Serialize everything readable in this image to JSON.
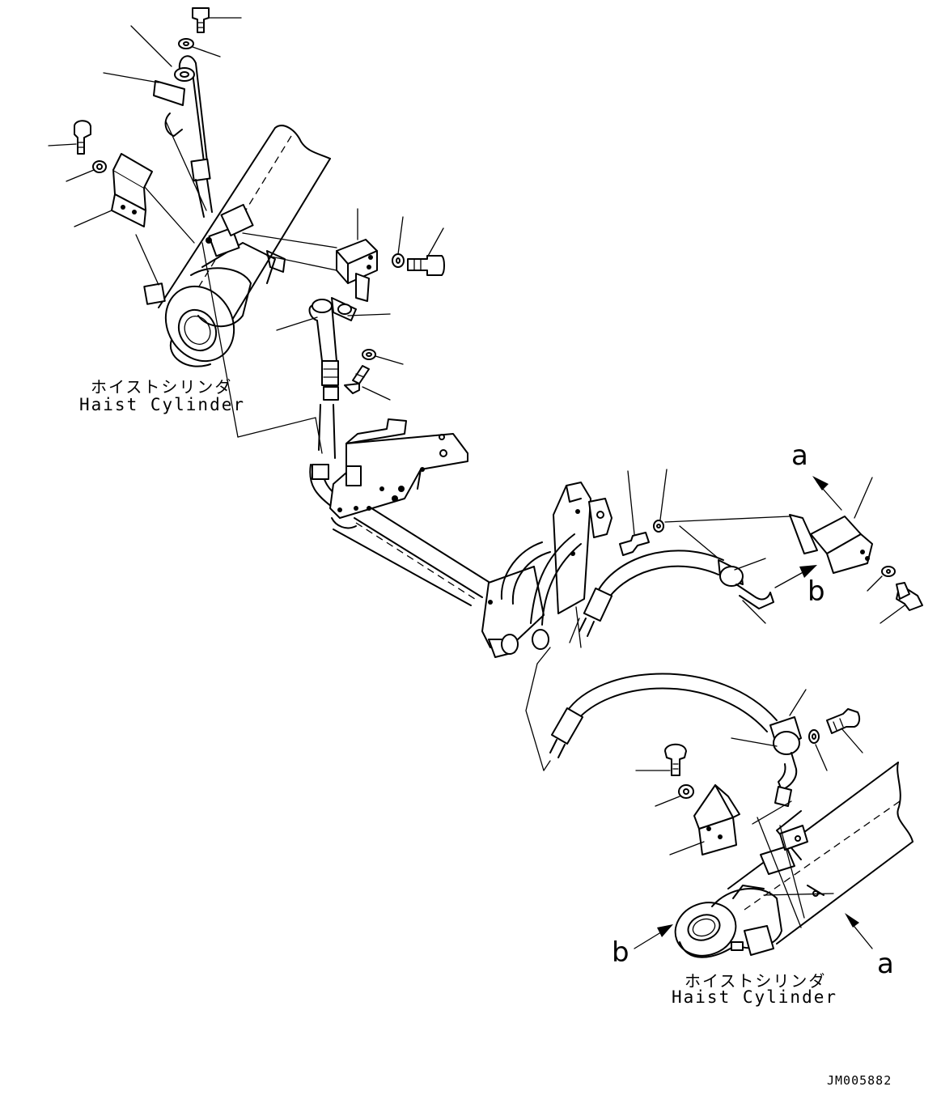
{
  "labels": {
    "cylinder_top_jp": "ホイストシリンダ",
    "cylinder_top_en": "Haist Cylinder",
    "cylinder_bottom_jp": "ホイストシリンダ",
    "cylinder_bottom_en": "Haist Cylinder",
    "ref_a_top": "a",
    "ref_b_top": "b",
    "ref_b_bottom": "b",
    "ref_a_bottom": "a",
    "drawing_code": "JM005882"
  }
}
